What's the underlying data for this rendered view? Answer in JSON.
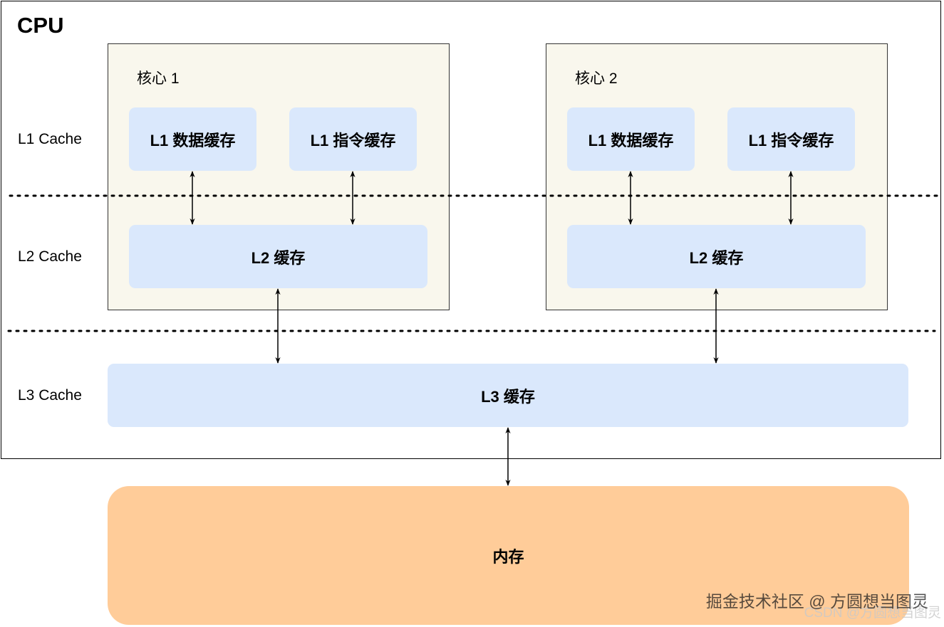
{
  "cpu": {
    "title": "CPU"
  },
  "cores": [
    {
      "label": "核心 1",
      "l1_data": "L1 数据缓存",
      "l1_instr": "L1 指令缓存",
      "l2": "L2 缓存"
    },
    {
      "label": "核心 2",
      "l1_data": "L1 数据缓存",
      "l1_instr": "L1 指令缓存",
      "l2": "L2 缓存"
    }
  ],
  "levels": {
    "l1": "L1 Cache",
    "l2": "L2 Cache",
    "l3": "L3 Cache"
  },
  "l3": {
    "label": "L3 缓存"
  },
  "memory": {
    "label": "内存"
  },
  "watermark": {
    "primary": "掘金技术社区 @ 方圆想当图灵",
    "secondary": "CSDN @方圆想当图灵"
  },
  "colors": {
    "core_bg": "#f9f7ed",
    "cache_bg": "#dae8fc",
    "memory_bg": "#ffcc99"
  }
}
